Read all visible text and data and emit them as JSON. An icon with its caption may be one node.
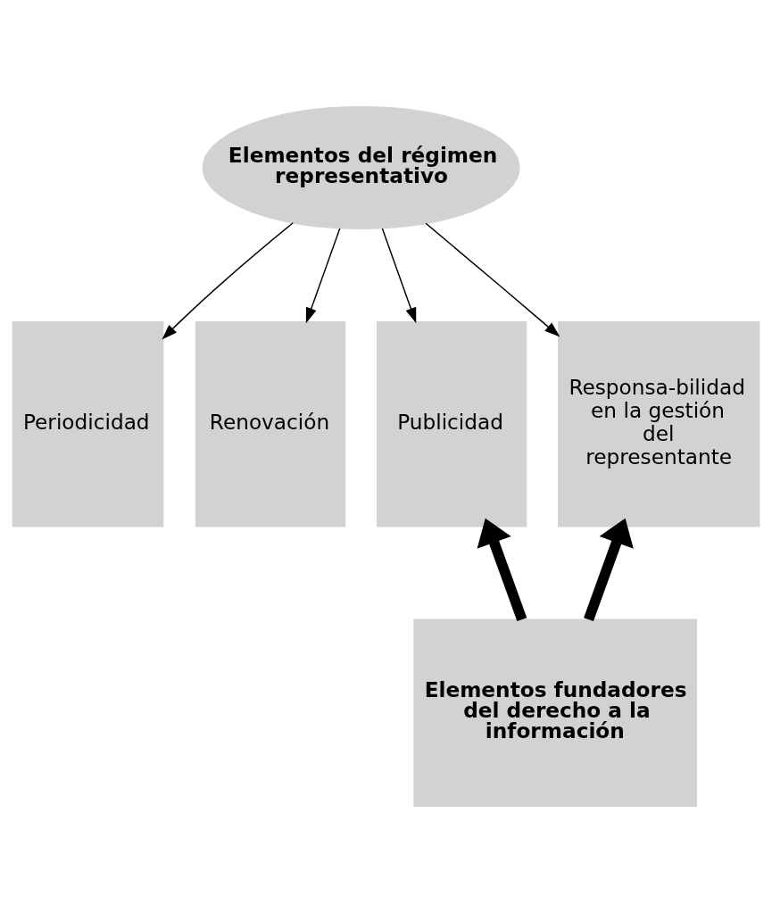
{
  "diagram": {
    "nodes": [
      {
        "text": [
          "Elementos del régimen representativo"
        ]
      },
      {
        "text": [
          "Periodicidad"
        ]
      },
      {
        "text": [
          "Renovación"
        ]
      },
      {
        "text": [
          "Publicidad"
        ]
      },
      {
        "text": [
          "Responsa-bilidad en la gestión del representante"
        ]
      },
      {
        "text": [
          "Elementos fundadores del derecho a la información"
        ]
      }
    ],
    "edges": [
      {
        "from": 0,
        "to": 1,
        "arrow": "to"
      },
      {
        "from": 0,
        "to": 2,
        "arrow": "to"
      },
      {
        "from": 0,
        "to": 3,
        "arrow": "to"
      },
      {
        "from": 0,
        "to": 4,
        "arrow": "to"
      },
      {
        "from": 5,
        "to": 3,
        "arrow": "to",
        "style": "thick"
      },
      {
        "from": 5,
        "to": 4,
        "arrow": "to",
        "style": "thick"
      }
    ]
  }
}
